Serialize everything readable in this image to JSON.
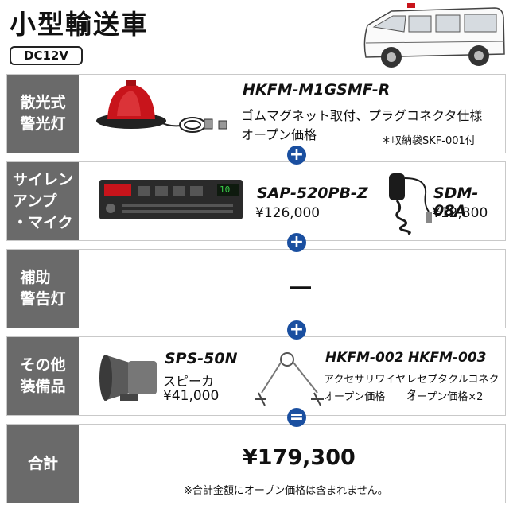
{
  "header": {
    "title": "小型輸送車",
    "voltage": "DC12V"
  },
  "rows": [
    {
      "label": "散光式\n警光灯",
      "product": {
        "model": "HKFM-M1GSMF-R",
        "desc": "ゴムマグネット取付、プラグコネクタ仕様",
        "price": "オープン価格",
        "note": "＊収納袋SKF-001付"
      }
    },
    {
      "label": "サイレン\nアンプ\n・マイク",
      "products": [
        {
          "model": "SAP-520PB-Z",
          "price": "¥126,000"
        },
        {
          "model": "SDM-08A",
          "price": "¥12,300"
        }
      ],
      "amp_display": "10"
    },
    {
      "label": "補助\n警告灯",
      "value": "―"
    },
    {
      "label": "その他\n装備品",
      "products": [
        {
          "model": "SPS-50N",
          "desc": "スピーカ",
          "price": "¥41,000"
        },
        {
          "model": "HKFM-002",
          "desc": "アクセサリワイヤ",
          "price": "オープン価格"
        },
        {
          "model": "HKFM-003",
          "desc": "レセプタクルコネクタ",
          "price": "オープン価格×2"
        }
      ]
    },
    {
      "label": "合計",
      "total": "¥179,300",
      "note": "※合計金額にオープン価格は含まれません。"
    }
  ],
  "operators": [
    "+",
    "+",
    "+",
    "="
  ],
  "colors": {
    "label_bg": "#6a6a6a",
    "operator_bg": "#1a4fa0",
    "lamp": "#c8141b"
  }
}
